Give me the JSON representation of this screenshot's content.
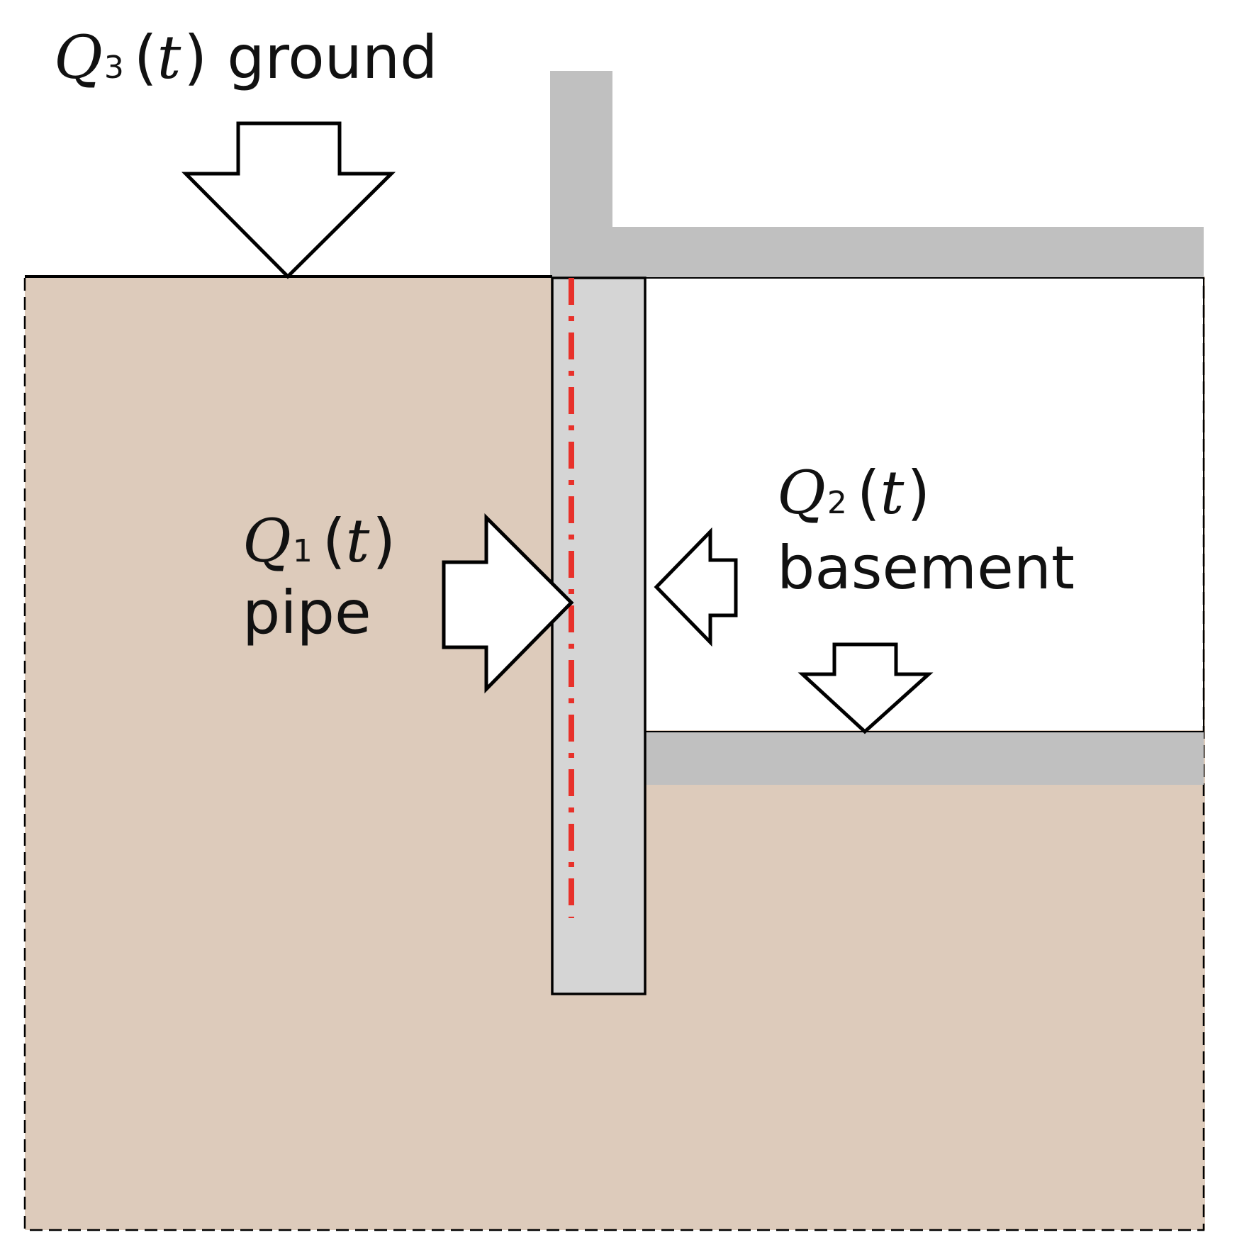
{
  "colors": {
    "soil": "#ddcbbb",
    "concrete": "#c0c0c0",
    "foundation": "#d5d5d5",
    "outline": "#000000",
    "pipe_line": "#e8312a",
    "background": "#ffffff"
  },
  "labels": {
    "q3": {
      "symbol": "Q",
      "subscript": "3",
      "arg_open": "(",
      "arg": "t",
      "arg_close": ")",
      "word": "ground"
    },
    "q1": {
      "symbol": "Q",
      "subscript": "1",
      "arg_open": "(",
      "arg": "t",
      "arg_close": ")",
      "word": "pipe"
    },
    "q2": {
      "symbol": "Q",
      "subscript": "2",
      "arg_open": "(",
      "arg": "t",
      "arg_close": ")",
      "word": "basement"
    }
  }
}
